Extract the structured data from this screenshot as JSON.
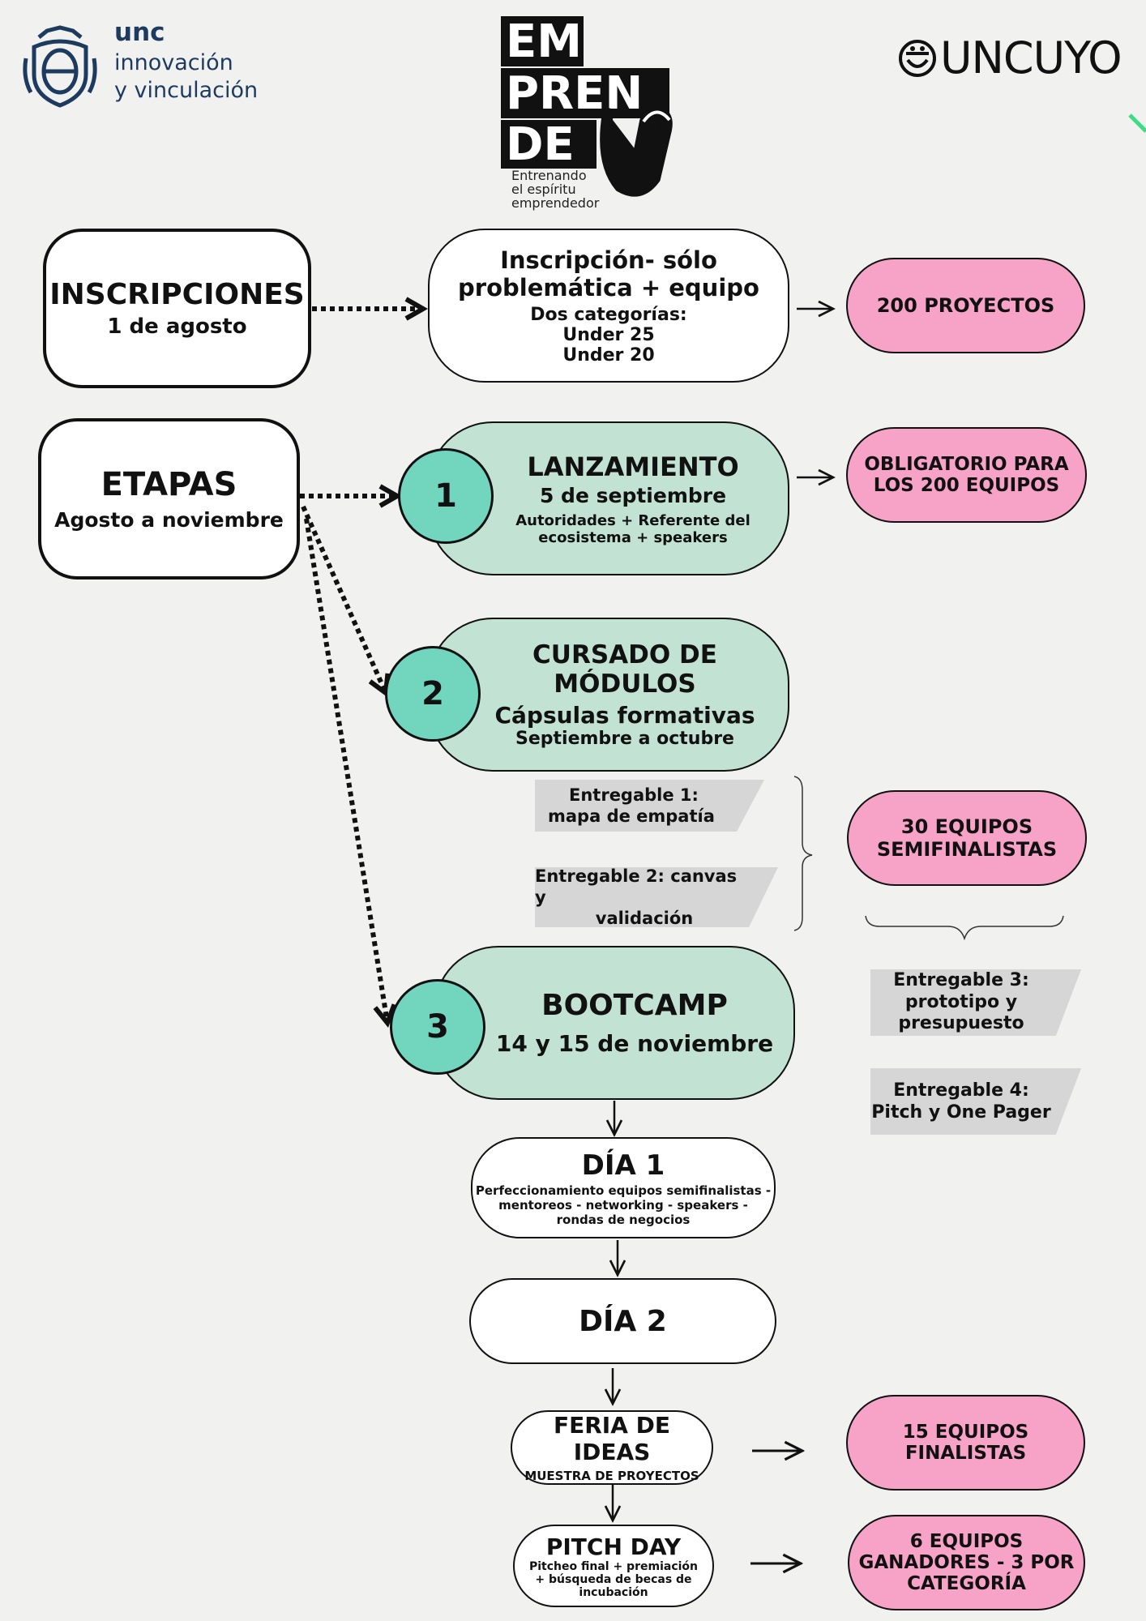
{
  "header": {
    "unc_logo": {
      "short": "unc",
      "line1": "innovación",
      "line2": "y vinculación",
      "icon": "university-shield-icon"
    },
    "emprende_logo": {
      "line1": "EM",
      "line2": "PREN",
      "line3": "DE",
      "tagline1": "Entrenando",
      "tagline2": "el espíritu",
      "tagline3": "emprendedor",
      "icon": "thumbs-up-hand-icon"
    },
    "uncuyo_logo": {
      "text": "UNCUYO",
      "icon": "uncuyo-emblem-icon"
    }
  },
  "inscripciones": {
    "title": "INSCRIPCIONES",
    "date": "1 de agosto",
    "detail": {
      "line1": "Inscripción- sólo",
      "line2": "problemática + equipo",
      "line3": "Dos categorías:",
      "line4": "Under 25",
      "line5": "Under 20"
    },
    "result": "200 PROYECTOS"
  },
  "etapas": {
    "title": "ETAPAS",
    "subtitle": "Agosto a noviembre"
  },
  "stage1": {
    "number": "1",
    "title": "LANZAMIENTO",
    "date": "5 de septiembre",
    "desc1": "Autoridades + Referente del",
    "desc2": "ecosistema + speakers",
    "result1": "OBLIGATORIO PARA",
    "result2": "LOS 200 EQUIPOS"
  },
  "stage2": {
    "number": "2",
    "title1": "CURSADO DE",
    "title2": "MÓDULOS",
    "subtitle": "Cápsulas formativas",
    "date": "Septiembre a octubre"
  },
  "deliverables": {
    "e1a": "Entregable 1:",
    "e1b": "mapa de empatía",
    "e2a": "Entregable 2: canvas y",
    "e2b": "validación",
    "e3a": "Entregable 3:",
    "e3b": "prototipo y",
    "e3c": "presupuesto",
    "e4a": "Entregable 4:",
    "e4b": "Pitch y One Pager"
  },
  "semifinal": {
    "line1": "30 EQUIPOS",
    "line2": "SEMIFINALISTAS"
  },
  "stage3": {
    "number": "3",
    "title": "BOOTCAMP",
    "date": "14 y 15 de noviembre"
  },
  "dia1": {
    "title": "DÍA 1",
    "line1": "Perfeccionamiento equipos semifinalistas -",
    "line2": "mentoreos - networking - speakers -",
    "line3": "rondas de negocios"
  },
  "dia2": {
    "title": "DÍA 2"
  },
  "feria": {
    "title": "FERIA DE IDEAS",
    "subtitle": "MUESTRA DE PROYECTOS",
    "result": "15 EQUIPOS FINALISTAS"
  },
  "pitch": {
    "title": "PITCH DAY",
    "line1": "Pitcheo final + premiación",
    "line2": "+ búsqueda de becas de",
    "line3": "incubación",
    "result1": "6 EQUIPOS",
    "result2": "GANADORES - 3 POR",
    "result3": "CATEGORÍA"
  },
  "colors": {
    "green": "#c2e3d3",
    "teal": "#72d6bf",
    "pink": "#f7a3c7",
    "gray": "#d6d6d6",
    "navy": "#1d3a5f"
  }
}
